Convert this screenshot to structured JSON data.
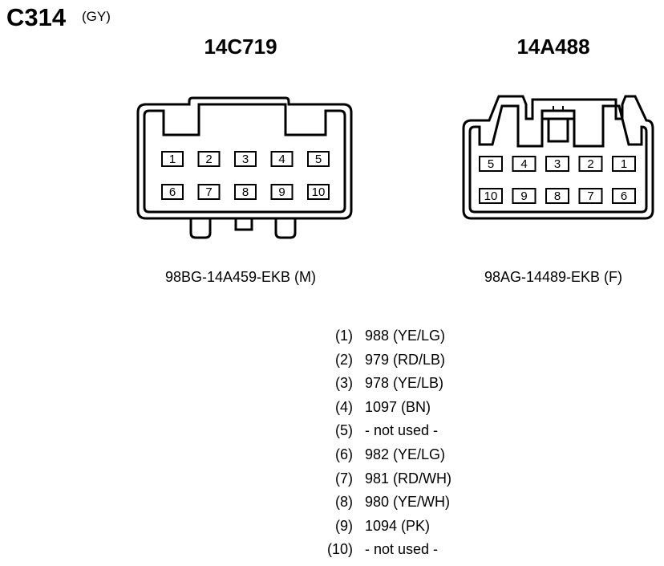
{
  "connector": {
    "id": "C314",
    "color": "(GY)"
  },
  "left_connector": {
    "part_number": "14C719",
    "caption": "98BG-14A459-EKB (M)",
    "top_row": [
      "1",
      "2",
      "3",
      "4",
      "5"
    ],
    "bottom_row": [
      "6",
      "7",
      "8",
      "9",
      "10"
    ]
  },
  "right_connector": {
    "part_number": "14A488",
    "caption": "98AG-14489-EKB (F)",
    "top_row": [
      "5",
      "4",
      "3",
      "2",
      "1"
    ],
    "bottom_row": [
      "10",
      "9",
      "8",
      "7",
      "6"
    ]
  },
  "pinout": [
    {
      "pin": "(1)",
      "desc": "988 (YE/LG)"
    },
    {
      "pin": "(2)",
      "desc": "979 (RD/LB)"
    },
    {
      "pin": "(3)",
      "desc": "978 (YE/LB)"
    },
    {
      "pin": "(4)",
      "desc": "1097 (BN)"
    },
    {
      "pin": "(5)",
      "desc": "- not used -"
    },
    {
      "pin": "(6)",
      "desc": "982 (YE/LG)"
    },
    {
      "pin": "(7)",
      "desc": "981 (RD/WH)"
    },
    {
      "pin": "(8)",
      "desc": "980 (YE/WH)"
    },
    {
      "pin": "(9)",
      "desc": "1094 (PK)"
    },
    {
      "pin": "(10)",
      "desc": "- not used -"
    }
  ]
}
